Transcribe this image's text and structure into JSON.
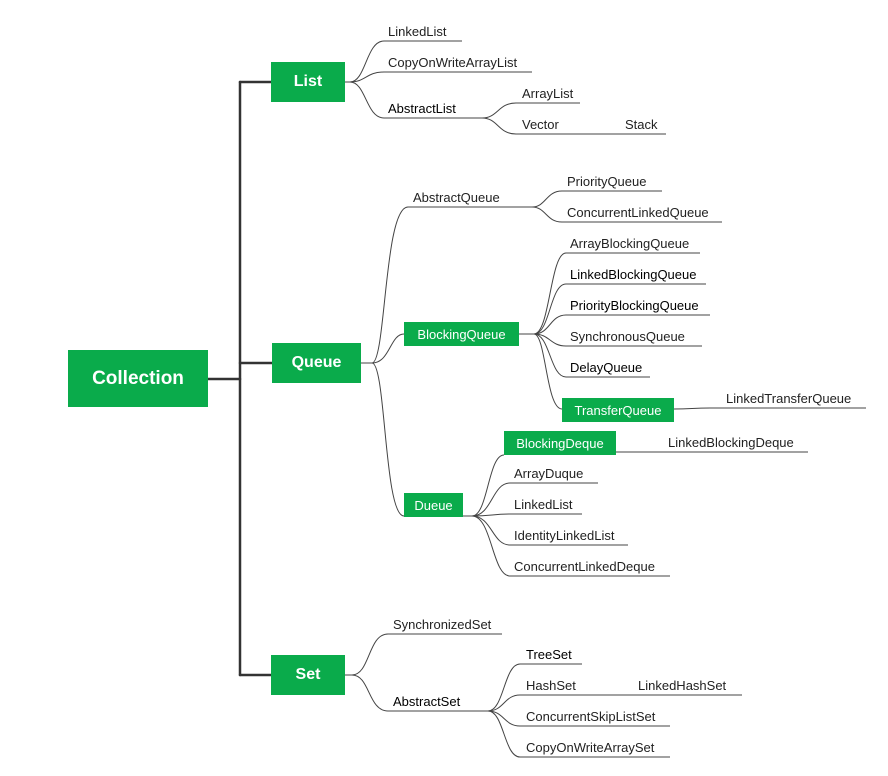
{
  "root": {
    "label": "Collection"
  },
  "list": {
    "label": "List",
    "linked_list": "LinkedList",
    "copy_on_write_array_list": "CopyOnWriteArrayList",
    "abstract_list": "AbstractList",
    "array_list": "ArrayList",
    "vector": "Vector",
    "stack": "Stack"
  },
  "queue": {
    "label": "Queue",
    "abstract_queue": "AbstractQueue",
    "priority_queue": "PriorityQueue",
    "concurrent_linked_queue": "ConcurrentLinkedQueue",
    "blocking_queue": "BlockingQueue",
    "array_blocking_queue": "ArrayBlockingQueue",
    "linked_blocking_queue": "LinkedBlockingQueue",
    "priority_blocking_queue": "PriorityBlockingQueue",
    "synchronous_queue": "SynchronousQueue",
    "delay_queue": "DelayQueue",
    "transfer_queue": "TransferQueue",
    "linked_transfer_queue": "LinkedTransferQueue",
    "dueue": "Dueue",
    "blocking_deque": "BlockingDeque",
    "linked_blocking_deque": "LinkedBlockingDeque",
    "array_duque": "ArrayDuque",
    "linked_list": "LinkedList",
    "identity_linked_list": "IdentityLinkedList",
    "concurrent_linked_deque": "ConcurrentLinkedDeque"
  },
  "set": {
    "label": "Set",
    "synchronized_set": "SynchronizedSet",
    "abstract_set": "AbstractSet",
    "tree_set": "TreeSet",
    "hash_set": "HashSet",
    "linked_hash_set": "LinkedHashSet",
    "concurrent_skip_list_set": "ConcurrentSkipListSet",
    "copy_on_write_array_set": "CopyOnWriteArraySet"
  },
  "colors": {
    "node_fill": "#0aab4b",
    "node_text": "#ffffff",
    "line": "#333333"
  }
}
